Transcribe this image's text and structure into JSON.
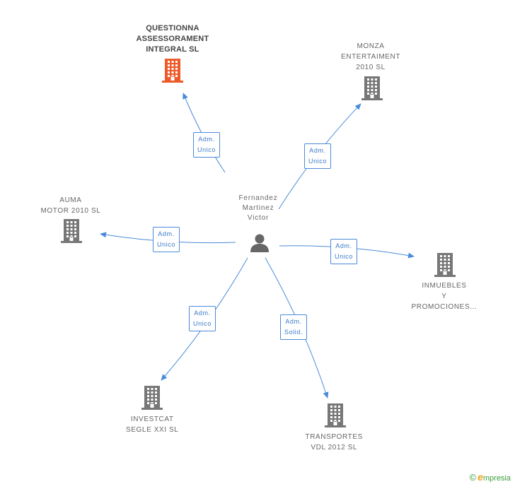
{
  "diagram": {
    "center": {
      "name_lines": [
        "Fernandez",
        "Martinez",
        "Victor"
      ],
      "icon": "person-icon"
    },
    "companies": [
      {
        "id": "questionna",
        "lines": [
          "QUESTIONNA",
          "ASSESSORAMENT",
          "INTEGRAL SL"
        ],
        "icon": "building-icon",
        "highlight": true,
        "color": "#ee5a2a",
        "relation": [
          "Adm.",
          "Unico"
        ]
      },
      {
        "id": "monza",
        "lines": [
          "MONZA",
          "ENTERTAIMENT",
          "2010 SL"
        ],
        "icon": "building-icon",
        "highlight": false,
        "color": "#777777",
        "relation": [
          "Adm.",
          "Unico"
        ]
      },
      {
        "id": "auma",
        "lines": [
          "AUMA",
          "MOTOR 2010 SL"
        ],
        "icon": "building-icon",
        "highlight": false,
        "color": "#777777",
        "relation": [
          "Adm.",
          "Unico"
        ]
      },
      {
        "id": "inmuebles",
        "lines": [
          "INMUEBLES",
          "Y",
          "PROMOCIONES..."
        ],
        "icon": "building-icon",
        "highlight": false,
        "color": "#777777",
        "relation": [
          "Adm.",
          "Unico"
        ]
      },
      {
        "id": "investcat",
        "lines": [
          "INVESTCAT",
          "SEGLE XXI SL"
        ],
        "icon": "building-icon",
        "highlight": false,
        "color": "#777777",
        "relation": [
          "Adm.",
          "Unico"
        ]
      },
      {
        "id": "transportes",
        "lines": [
          "TRANSPORTES",
          "VDL 2012 SL"
        ],
        "icon": "building-icon",
        "highlight": false,
        "color": "#777777",
        "relation": [
          "Adm.",
          "Solid."
        ]
      }
    ],
    "edge_color": "#4a8bd9"
  },
  "footer": {
    "copyright": "©",
    "brand_initial": "e",
    "brand_rest": "mpresia"
  }
}
